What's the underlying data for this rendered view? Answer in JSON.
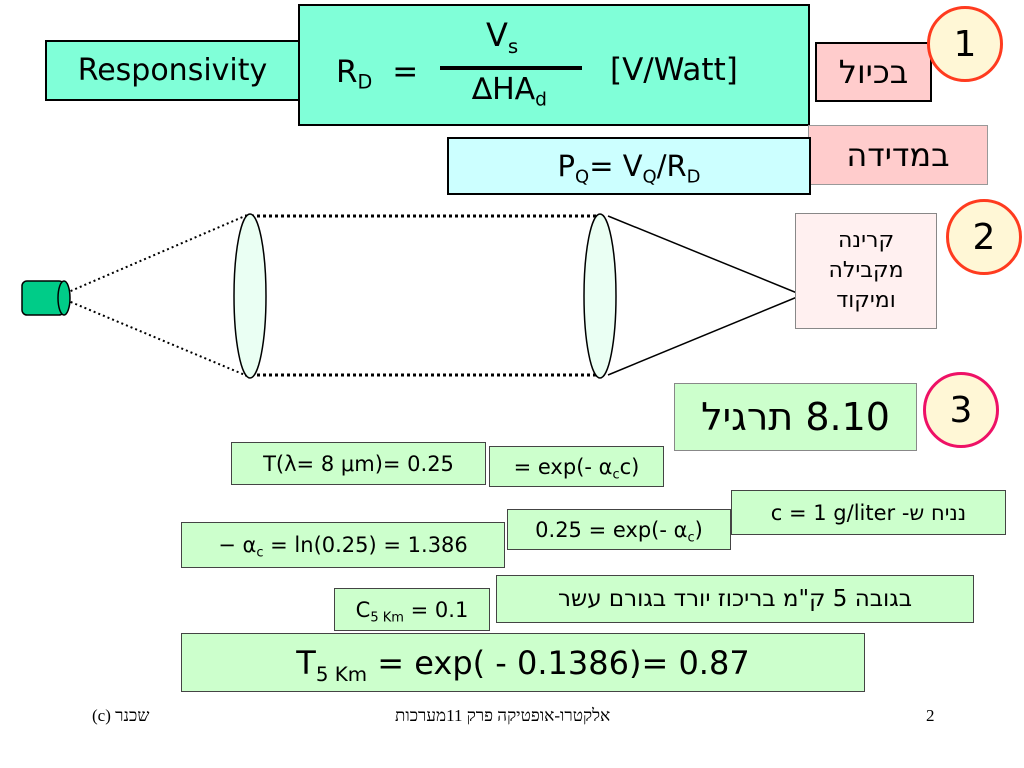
{
  "colors": {
    "aqua_box": "#80ffd8",
    "light_cyan_box": "#ccffff",
    "pink_box": "#ffcccc",
    "pale_pink_box": "#fff0f0",
    "green_box": "#ccffcc",
    "circle_border": "#ff3b1f",
    "circle_fill": "#fff7d6",
    "detector": "#00cc88",
    "lens_fill": "#eafff3"
  },
  "top": {
    "responsivity_label": "Responsivity",
    "rd_symbol": "R",
    "rd_sub": "D",
    "equals": "=",
    "numerator": "V",
    "numerator_sub": "s",
    "denominator_delta": "∆",
    "denominator": "HA",
    "denominator_sub": "d",
    "units": "[V/Watt]",
    "calibration_label": "בכיול",
    "measurement_label": "במדידה",
    "pq_symbol": "P",
    "pq_sub": "Q",
    "pq_equals_v": "= V",
    "pq_v_sub": "Q",
    "pq_slash_r": "/R",
    "pq_r_sub": "D"
  },
  "steps": [
    "1",
    "2",
    "3"
  ],
  "beam_label": [
    "קרינה",
    "מקבילה",
    "ומיקוד"
  ],
  "exercise": {
    "title": "8.10 תרגיל",
    "transmission_pre": "T(",
    "lambda": "λ",
    "transmission_mid": "= 8 ",
    "mu": "μ",
    "transmission_post": "m)= 0.25",
    "exp_pre": "= exp(- ",
    "alpha": "α",
    "exp_sub": "c",
    "exp_post": "c)",
    "assume_heb": "נניח ש-",
    "assume_value": "c = 1 g/liter",
    "eq025_pre": "0.25 = exp(- ",
    "eq025_sub": "c",
    "eq025_post": ")",
    "ln_minus": "− ",
    "ln_sub": "c",
    "ln_post": " = ln(0.25) = 1.386",
    "altitude_note": "בגובה 5 ק\"מ בריכוז יורד בגורם עשר",
    "c5_symbol": "C",
    "c5_sub": "5 Km",
    "c5_post": " = 0.1",
    "t5_symbol": "T",
    "t5_sub": "5 Km",
    "t5_post": " = exp( - 0.1386)= 0.87"
  },
  "footer": {
    "copyright": "שכנר (c)",
    "course": "אלקטרו-אופטיקה פרק 11מערכות",
    "page": "2"
  }
}
